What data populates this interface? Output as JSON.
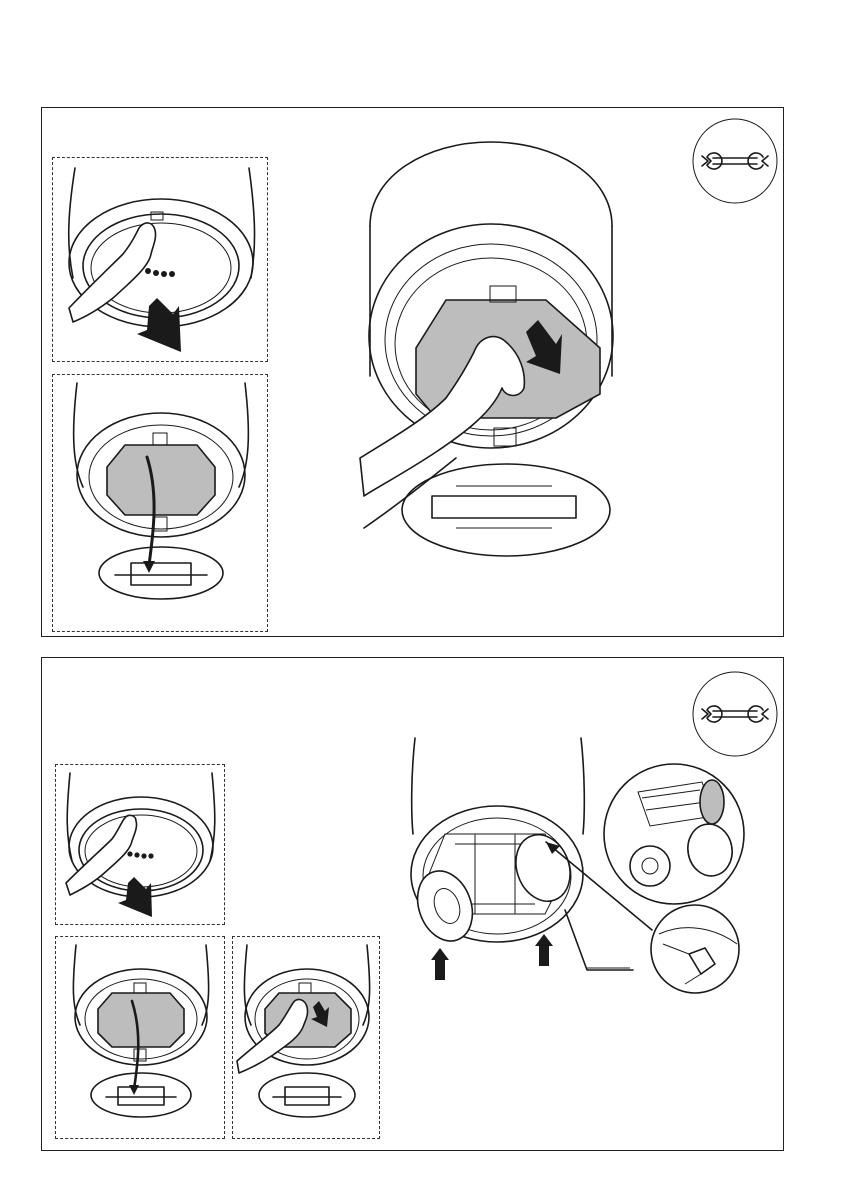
{
  "page": {
    "title": ""
  },
  "sections": [
    {
      "id": "filter-removal",
      "icon": "wrench-icon",
      "steps": [
        "press-filter-latch",
        "lower-filter-panel",
        "pull-filter-out"
      ]
    },
    {
      "id": "motor-cover-removal",
      "icon": "wrench-icon",
      "steps": [
        "press-filter-latch",
        "lower-filter-panel",
        "pull-filter-out",
        "remove-motor-covers",
        "detail-clip-release"
      ]
    }
  ],
  "colors": {
    "line": "#1a1a1a",
    "filter_fill": "#bdbdbd",
    "background": "#ffffff"
  }
}
